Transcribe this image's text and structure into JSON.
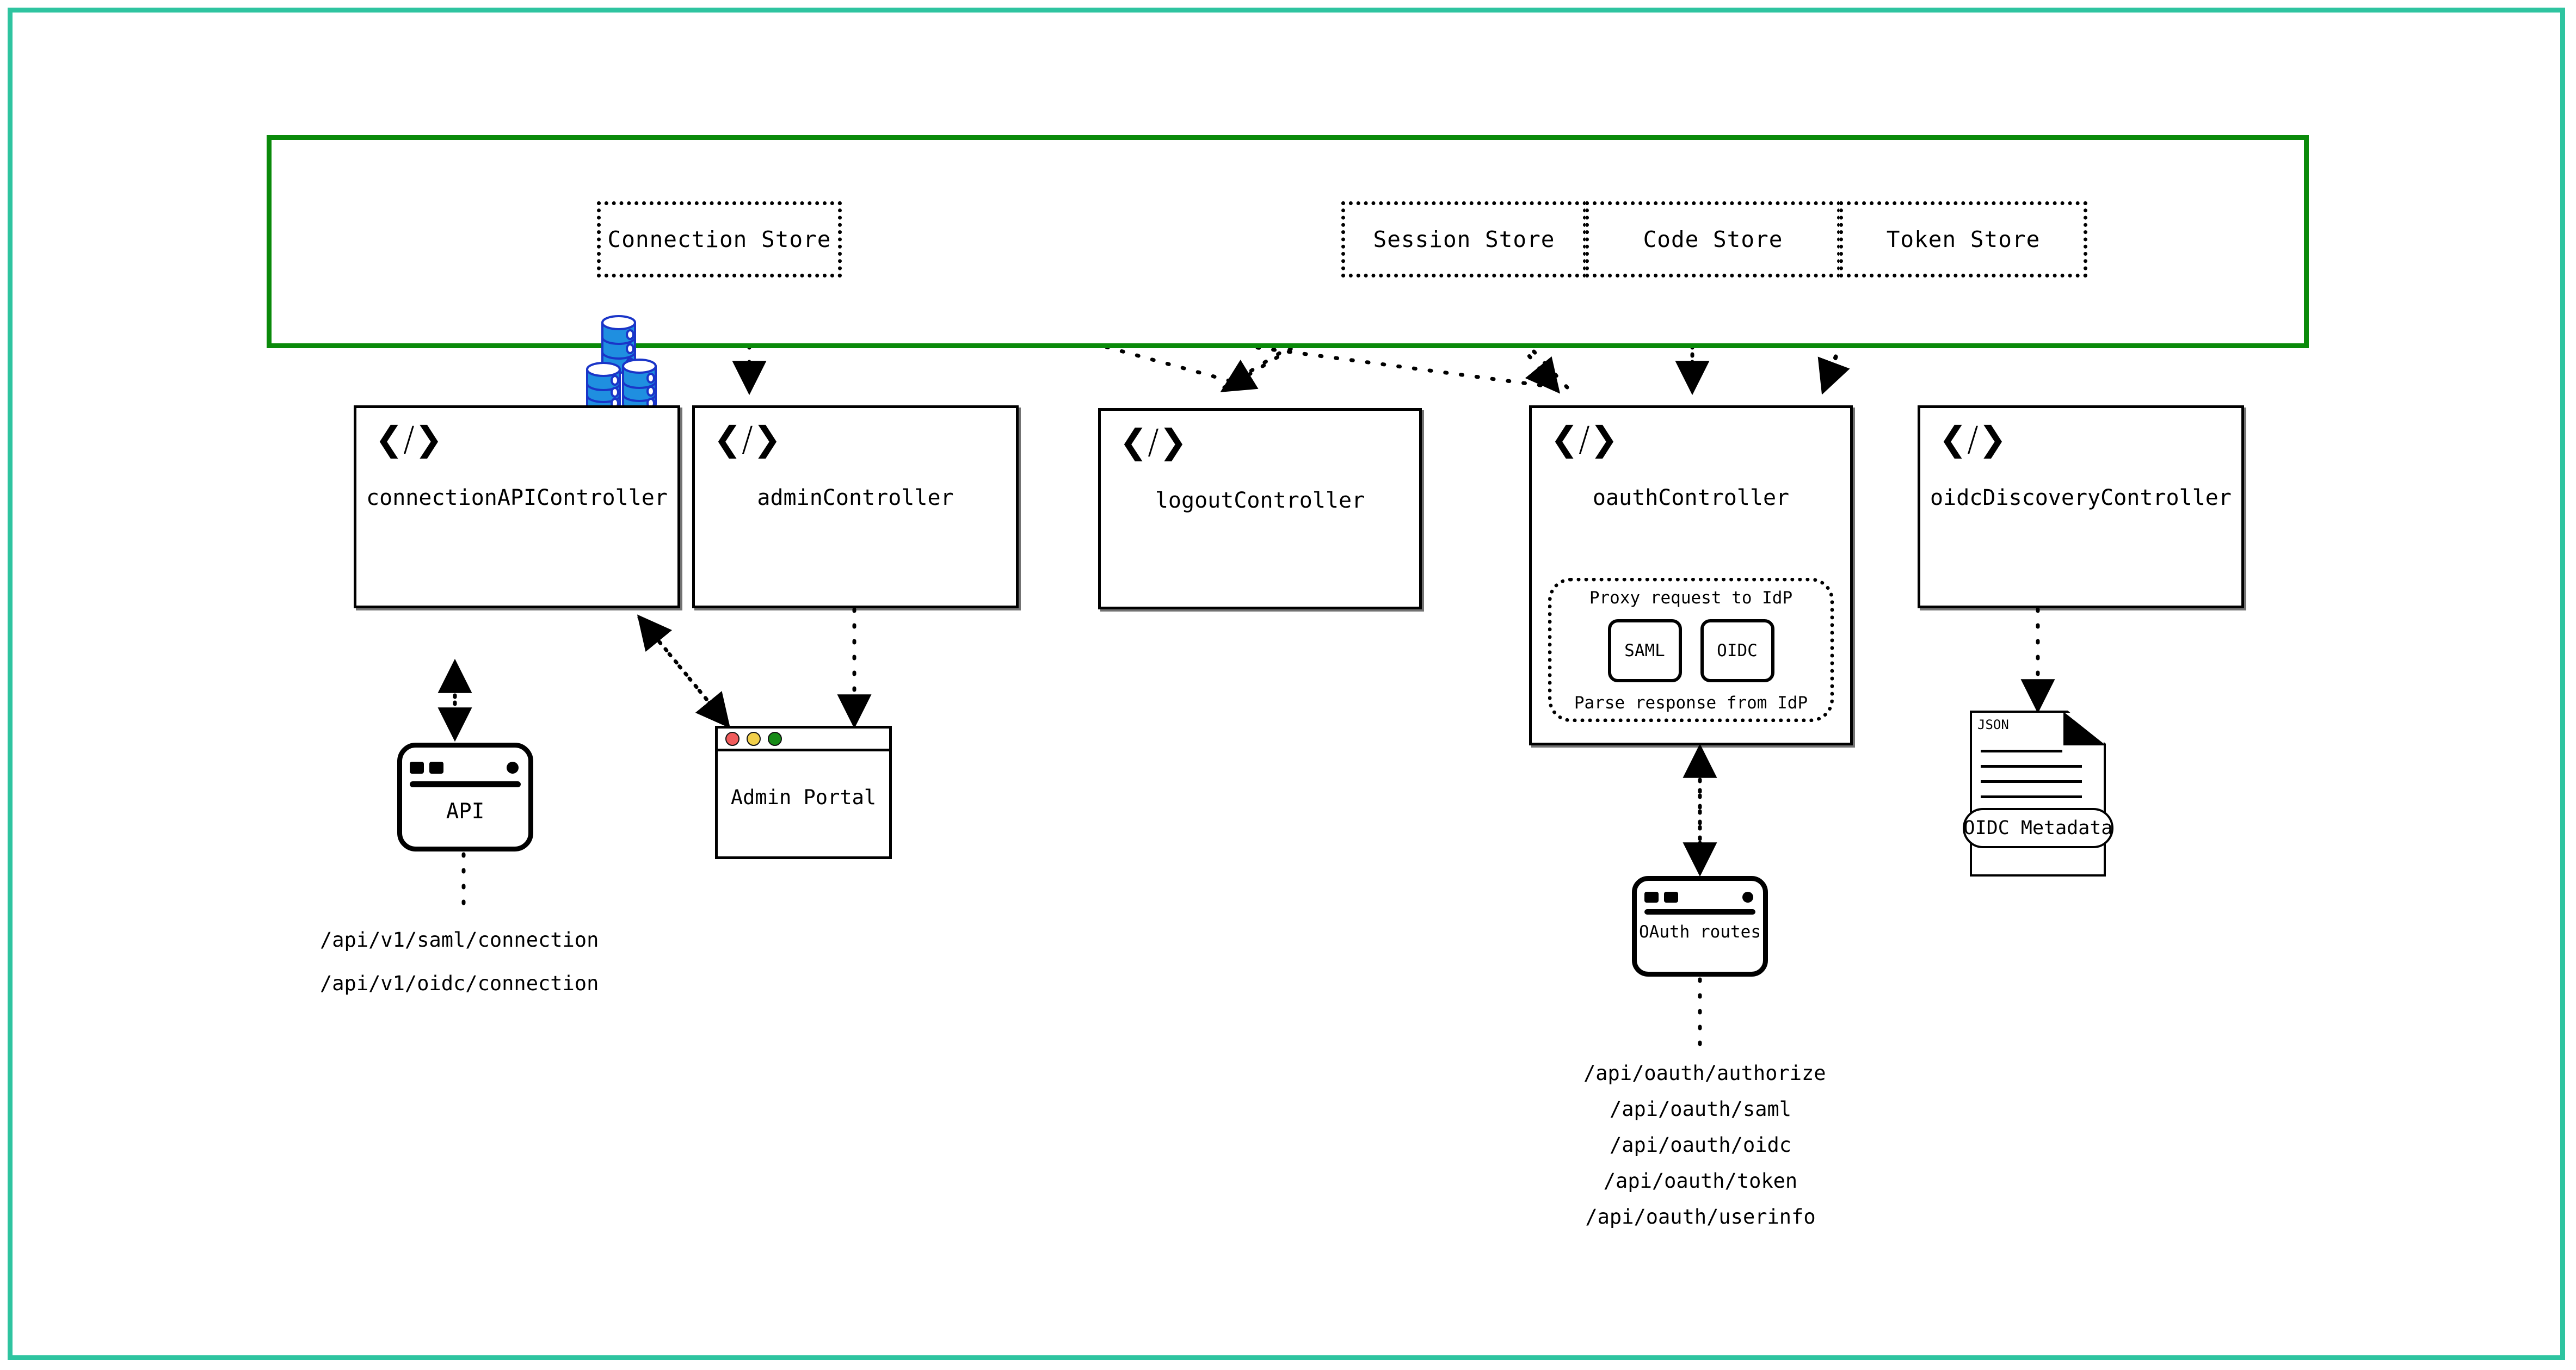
{
  "colors": {
    "outer_frame": "#2ec4a0",
    "store_zone_border": "#0a8a0a",
    "db_icon": "#1f8fe0",
    "traffic_red": "#f05b5b",
    "traffic_yellow": "#f2d04b",
    "traffic_green": "#168a16",
    "stroke": "#000000"
  },
  "store_zone": {
    "db_icon_name": "database-stack-icon",
    "stores": [
      {
        "label": "Connection Store"
      },
      {
        "label": "Session Store"
      },
      {
        "label": "Code Store"
      },
      {
        "label": "Token Store"
      }
    ]
  },
  "controllers": [
    {
      "id": "connectionAPIController",
      "label": "connectionAPIController",
      "icon": "❮/❯"
    },
    {
      "id": "adminController",
      "label": "adminController",
      "icon": "❮/❯"
    },
    {
      "id": "logoutController",
      "label": "logoutController",
      "icon": "❮/❯"
    },
    {
      "id": "oauthController",
      "label": "oauthController",
      "icon": "❮/❯"
    },
    {
      "id": "oidcDiscoveryController",
      "label": "oidcDiscoveryController",
      "icon": "❮/❯"
    }
  ],
  "proxy_group": {
    "top_text": "Proxy request to IdP",
    "bottom_text": "Parse response from IdP",
    "protocols": [
      "SAML",
      "OIDC"
    ]
  },
  "nodes": {
    "api": {
      "label": "API"
    },
    "admin_portal": {
      "label": "Admin Portal"
    },
    "oauth_routes": {
      "label": "OAuth routes"
    },
    "oidc_metadata": {
      "label": "OIDC Metadata",
      "doc_type": "JSON"
    }
  },
  "endpoints": {
    "connection": [
      "/api/v1/saml/connection",
      "/api/v1/oidc/connection"
    ],
    "oauth": [
      "/api/oauth/authorize",
      "/api/oauth/saml",
      "/api/oauth/oidc",
      "/api/oauth/token",
      "/api/oauth/userinfo"
    ]
  }
}
